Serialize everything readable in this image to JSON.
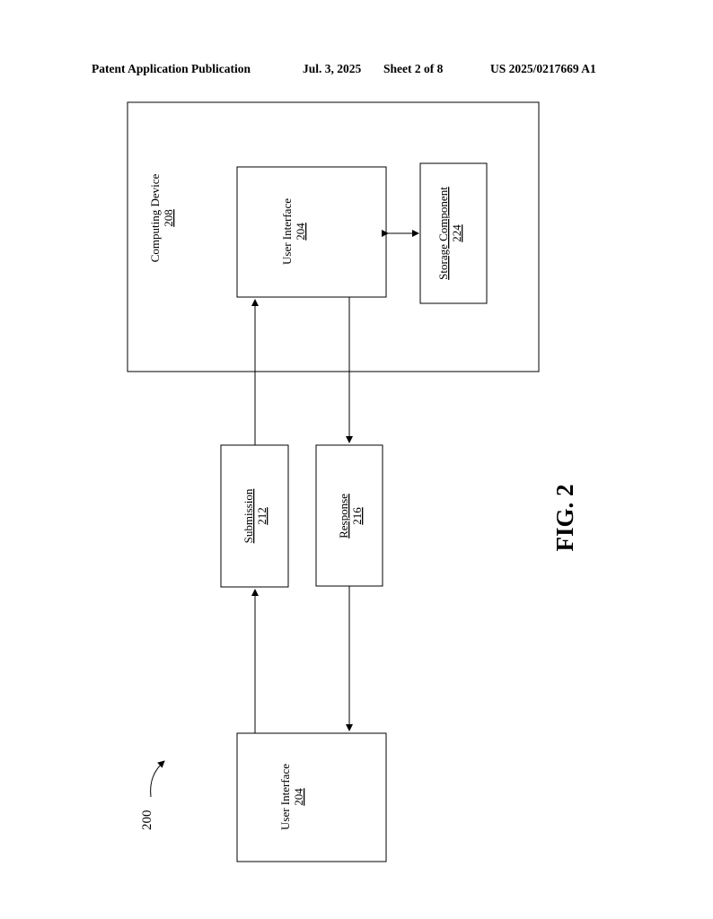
{
  "header": {
    "title": "Patent Application Publication",
    "date": "Jul. 3, 2025",
    "sheet": "Sheet 2 of 8",
    "number": "US 2025/0217669 A1"
  },
  "figure": {
    "label": "FIG. 2",
    "reference": "200"
  },
  "blocks": {
    "computing_device": {
      "label": "Computing Device",
      "number": "208"
    },
    "user_interface_device": {
      "label": "User Interface",
      "number": "204"
    },
    "storage_component": {
      "label": "Storage Component",
      "number": "224"
    },
    "submission": {
      "label": "Submission",
      "number": "212"
    },
    "response": {
      "label": "Response",
      "number": "216"
    },
    "user_interface_client": {
      "label": "User Interface",
      "number": "204"
    }
  }
}
